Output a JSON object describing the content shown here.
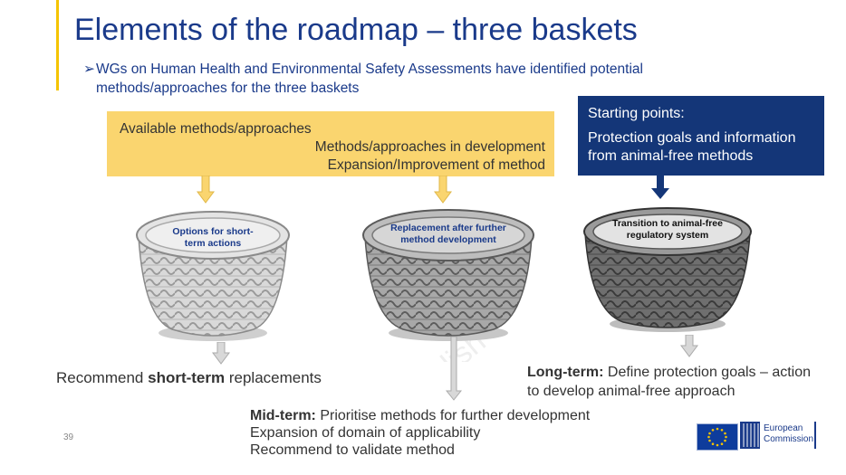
{
  "slide": {
    "title": "Elements of the roadmap – three baskets",
    "subtitle_bullet": "➢",
    "subtitle": "WGs on Human Health and Environmental Safety Assessments have identified potential methods/approaches for the three baskets",
    "page_number": "39"
  },
  "methods_box": {
    "line1": "Available methods/approaches",
    "line2": "Methods/approaches in development",
    "line3": "Expansion/Improvement of method"
  },
  "starting_points_box": {
    "heading": "Starting points:",
    "body": "Protection goals and information from animal-free methods"
  },
  "baskets": [
    {
      "label": "Options for short-term actions",
      "label_color": "#1a3a8a"
    },
    {
      "label": "Replacement after further method development",
      "label_color": "#1a3a8a"
    },
    {
      "label": "Transition to animal-free regulatory system",
      "label_color": "#111111"
    }
  ],
  "outcomes": {
    "short": {
      "prefix": "Recommend ",
      "bold": "short-term",
      "suffix": " replacements"
    },
    "long": {
      "bold": "Long-term:",
      "text": " Define protection goals – action to develop animal-free approach"
    },
    "mid": {
      "bold": "Mid-term:",
      "line1": " Prioritise methods for further development",
      "line2": "Expansion of domain of applicability",
      "line3": "Recommend to validate method"
    }
  },
  "logo": {
    "line1": "European",
    "line2": "Commission"
  },
  "colors": {
    "title": "#1a3a8a",
    "yellow": "#fad56f",
    "navy": "#143678",
    "accent": "#f5c400"
  }
}
